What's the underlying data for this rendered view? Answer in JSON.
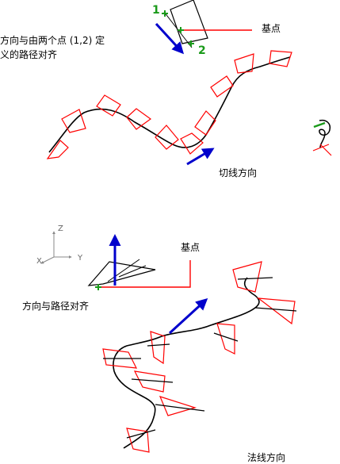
{
  "top": {
    "desc_line1": "方向与由两个点 (1,2) 定",
    "desc_line2": "义的路径对齐",
    "base_point_label": "基点",
    "point1_label": "1",
    "point2_label": "2",
    "tangent_label": "切线方向"
  },
  "bottom": {
    "base_point_label": "基点",
    "align_label": "方向与路径对齐",
    "normal_label": "法线方向",
    "ucs_axis_z": "Z",
    "ucs_axis_y": "Y",
    "ucs_axis_x": "X"
  },
  "colors": {
    "path": "#000000",
    "shape": "#ff0000",
    "arrow": "#0000cc",
    "point_marker": "#1a9a1a",
    "ucs": "#888888"
  },
  "icons": [
    "ucs-axis-icon",
    "tangent-arrow-icon",
    "normal-arrow-icon",
    "point-marker-icon"
  ]
}
